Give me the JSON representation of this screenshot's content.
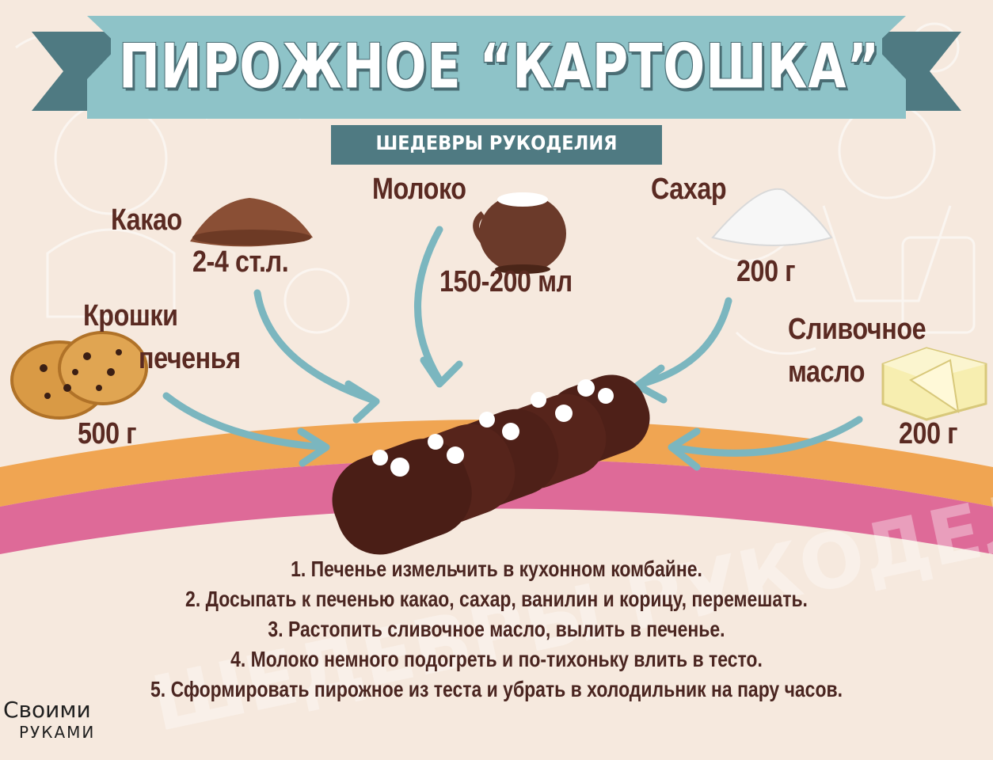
{
  "header": {
    "title": "ПИРОЖНОЕ “КАРТОШКА”",
    "subtitle": "ШЕДЕВРЫ РУКОДЕЛИЯ"
  },
  "ingredients": {
    "cocoa": {
      "name": "Какао",
      "amount": "2-4 ст.л."
    },
    "milk": {
      "name": "Молоко",
      "amount": "150-200 мл"
    },
    "sugar": {
      "name": "Сахар",
      "amount": "200 г"
    },
    "crumbs": {
      "name_line1": "Крошки",
      "name_line2": "печенья",
      "amount": "500 г"
    },
    "butter": {
      "name_line1": "Сливочное",
      "name_line2": "масло",
      "amount": "200 г"
    }
  },
  "steps": [
    "1. Печенье измельчить в кухонном комбайне.",
    "2. Досыпать к печенью какао, сахар, ванилин и корицу, перемешать.",
    "3. Растопить сливочное масло, вылить в печенье.",
    "4. Молоко немного подогреть и по-тихоньку влить в тесто.",
    "5. Сформировать пирожное из теста и убрать в холодильник на пару часов."
  ],
  "watermark": "ШЕДЕВРЫ РУКОДЕЛИЯ",
  "logo": {
    "line1": "Своими",
    "line2": "РУКАМИ"
  },
  "colors": {
    "background": "#f6e9de",
    "ribbon": "#8ec3c8",
    "ribbon_dark": "#4f7a82",
    "text": "#5a2a22",
    "arc_orange": "#f0a552",
    "arc_pink": "#de6a98",
    "arrow": "#7bb6bf"
  }
}
